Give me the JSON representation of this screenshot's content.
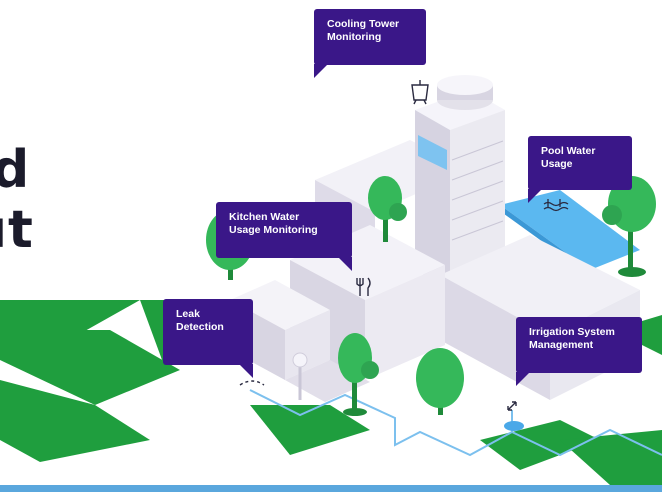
{
  "headline": {
    "line1": "d",
    "line2": "ut"
  },
  "callouts": {
    "cooling_tower": "Cooling Tower\nMonitoring",
    "pool_water": "Pool Water\nUsage",
    "kitchen_water": "Kitchen Water\nUsage Monitoring",
    "leak_detection": "Leak\nDetection",
    "irrigation": "Irrigation System\nManagement"
  },
  "colors": {
    "callout_bg": "#3a1788",
    "lawn_green": "#1f9e3e",
    "tree_green": "#35b85a",
    "water_blue": "#4aa8e8",
    "pipe_blue": "#7cc0ee",
    "building_light": "#ecebf2",
    "building_shade": "#d9d6e3",
    "bottom_bar": "#5aa7dd"
  },
  "icons": [
    "cooling-tower-icon",
    "pool-waves-icon",
    "utensils-icon",
    "leak-drops-icon",
    "sprinkler-icon"
  ]
}
